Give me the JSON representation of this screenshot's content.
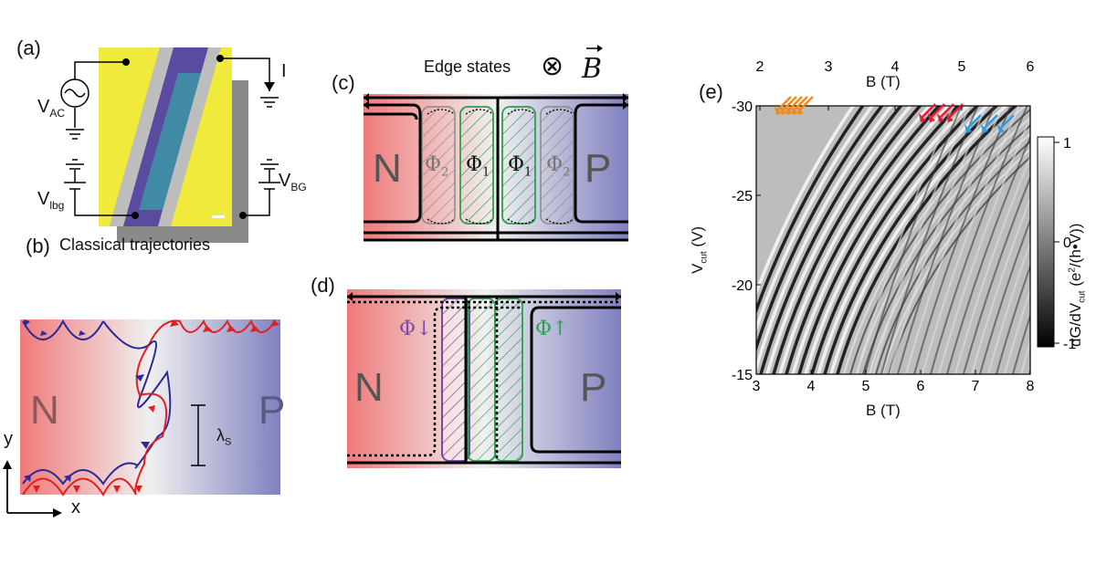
{
  "panel_labels": {
    "a": "(a)",
    "b": "(b)",
    "c": "(c)",
    "d": "(d)",
    "e": "(e)"
  },
  "panel_a": {
    "vac_main": "V",
    "vac_sub": "AC",
    "vlbg_main": "V",
    "vlbg_sub": "lbg",
    "vbg_main": "V",
    "vbg_sub": "BG",
    "current": "I",
    "colors": {
      "contact": "#f0ea3c",
      "gate": "#5a4aa0",
      "channel": "#3aa0a8",
      "substrate": "#888888"
    }
  },
  "panel_b": {
    "title": "Classical trajectories",
    "n_label": "N",
    "p_label": "P",
    "lambda_main": "λ",
    "lambda_sub": "S",
    "axis_y": "y",
    "axis_x": "x",
    "colors": {
      "n_region": "#f08a8a",
      "p_region": "#8e8ec8",
      "traj_red": "#e02020",
      "traj_blue": "#2a2a9a"
    }
  },
  "panel_c": {
    "title": "Edge states",
    "field_symbol": "⊗",
    "field_label": "B",
    "n_label": "N",
    "p_label": "P",
    "phi_labels": [
      "Φ2",
      "Φ1",
      "Φ1",
      "Φ2"
    ],
    "phi_main": "Φ",
    "phi_subs": [
      "2",
      "1",
      "1",
      "2"
    ],
    "colors": {
      "hatch_green": "#2aa050",
      "hatch_gray": "#8a8a8a"
    }
  },
  "panel_d": {
    "n_label": "N",
    "p_label": "P",
    "phi_down": "Φ↓",
    "phi_up": "Φ↑",
    "colors": {
      "hatch_purple": "#6a3aa0",
      "hatch_green": "#2aa050"
    }
  },
  "chart_data": {
    "type": "heatmap",
    "xlabel": "B (T)",
    "top_xlabel": "B (T)",
    "ylabel_main": "V",
    "ylabel_sub": "cut",
    "ylabel_unit": "(V)",
    "xlim": [
      3,
      8
    ],
    "x_ticks": [
      "3",
      "4",
      "5",
      "6",
      "7",
      "8"
    ],
    "top_ticks": [
      "2",
      "3",
      "4",
      "5",
      "6"
    ],
    "ylim": [
      -30,
      -15
    ],
    "y_ticks": [
      "-30",
      "-25",
      "-20",
      "-15"
    ],
    "colorbar": {
      "label_main": "dG/dV",
      "label_sub": "cut",
      "label_rest": " (e",
      "label_sup": "2",
      "label_end": "/(h•V))",
      "range": [
        -1,
        1
      ],
      "ticks": [
        "1",
        "0",
        "-1"
      ]
    },
    "arrows": [
      {
        "color": "#f08a20",
        "count": 5
      },
      {
        "color": "#e02030",
        "count": 4
      },
      {
        "color": "#2aa0e8",
        "count": 3
      }
    ],
    "grid": false
  }
}
